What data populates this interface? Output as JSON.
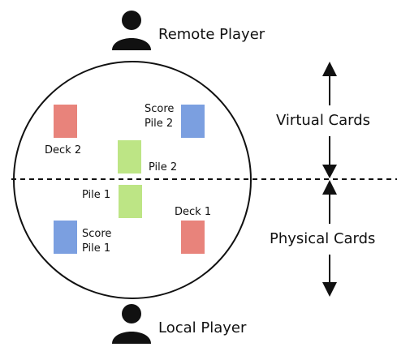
{
  "players": {
    "remote": "Remote Player",
    "local": "Local Player"
  },
  "zones": {
    "virtual": "Virtual Cards",
    "physical": "Physical Cards"
  },
  "cards": {
    "deck2": "Deck 2",
    "score_pile2_line1": "Score",
    "score_pile2_line2": "Pile 2",
    "pile2": "Pile 2",
    "pile1": "Pile 1",
    "deck1": "Deck 1",
    "score_pile1_line1": "Score",
    "score_pile1_line2": "Pile 1"
  },
  "colors": {
    "deck": "#e8837b",
    "score_pile": "#7b9fe0",
    "pile": "#bde585",
    "ink": "#111111"
  },
  "icons": {
    "player": "person-silhouette-icon",
    "zone_arrow": "double-headed-arrow-icon"
  }
}
